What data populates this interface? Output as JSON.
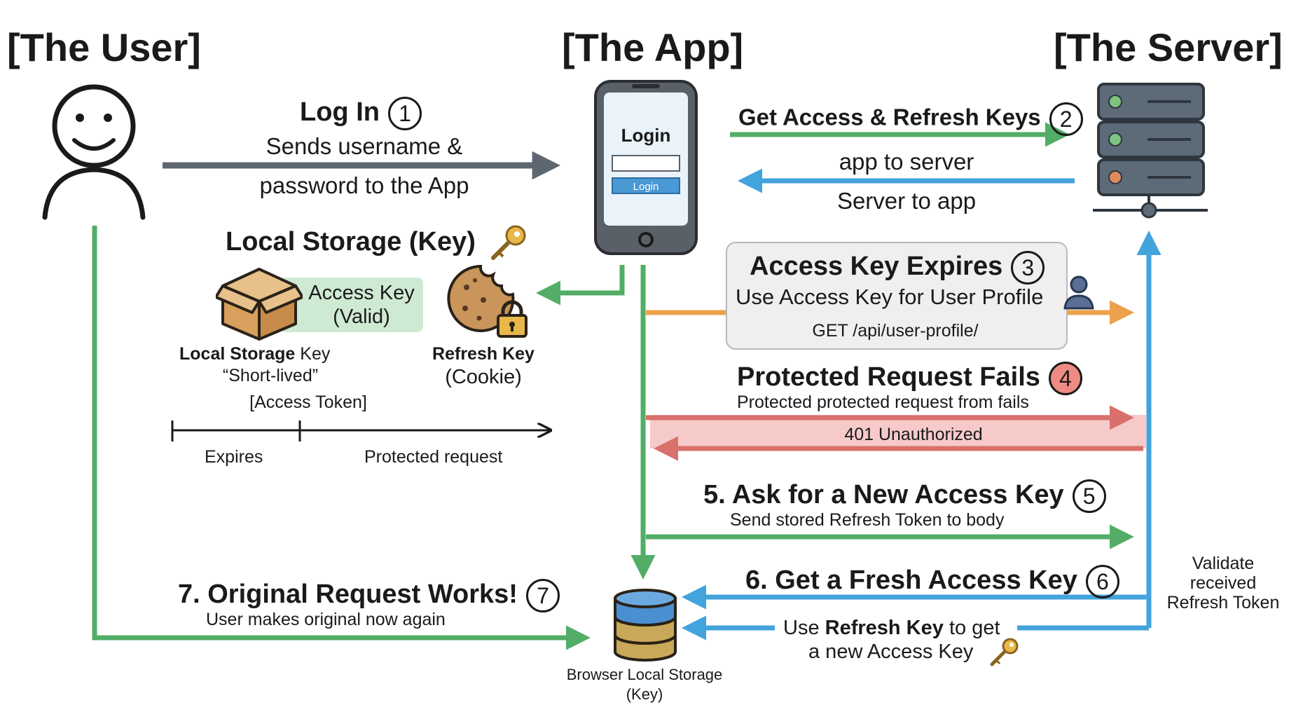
{
  "actors": {
    "user": "[The User]",
    "app": "[The App]",
    "server": "[The Server]"
  },
  "phone": {
    "screen_title": "Login",
    "button_label": "Login"
  },
  "step1": {
    "title": "Log In",
    "number": "1",
    "line1": "Sends username &",
    "line2": "password to the App"
  },
  "step2": {
    "title": "Get Access & Refresh Keys",
    "number": "2",
    "to_server": "app to server",
    "to_app": "Server to app"
  },
  "local_storage": {
    "title": "Local Storage (Key)",
    "access_key_line1": "Access Key",
    "access_key_line2": "(Valid)",
    "storage_label_bold": "Local Storage",
    "storage_label_rest": " Key",
    "short_lived": "“Short-lived”",
    "refresh_key": "Refresh Key",
    "cookie": "(Cookie)",
    "access_token": "[Access Token]",
    "timeline_expires": "Expires",
    "timeline_protected": "Protected request"
  },
  "step3": {
    "title": "Access Key Expires",
    "number": "3",
    "subtitle": "Use Access Key for User Profile",
    "endpoint": "GET /api/user-profile/"
  },
  "step4": {
    "title": "Protected Request Fails",
    "number": "4",
    "subtitle": "Protected protected request from fails",
    "response": "401 Unauthorized"
  },
  "step5": {
    "title": "5. Ask for a New Access Key",
    "number": "5",
    "subtitle": "Send stored Refresh Token to body"
  },
  "step6": {
    "title": "6. Get a Fresh Access Key",
    "number": "6",
    "line1_pre": "Use ",
    "line1_bold": "Refresh Key",
    "line1_post": " to get",
    "line2": "a new Access Key"
  },
  "step7": {
    "title": "7. Original Request Works!",
    "number": "7",
    "subtitle": "User makes original now again"
  },
  "validate": {
    "line1": "Validate",
    "line2": "received",
    "line3": "Refresh Token"
  },
  "browser_storage": {
    "line1": "Browser Local Storage",
    "line2": "(Key)"
  },
  "icons": [
    "user-icon",
    "phone-icon",
    "server-icon",
    "box-icon",
    "cookie-icon",
    "lock-icon",
    "key-icon",
    "person-icon",
    "database-icon"
  ],
  "colors": {
    "green": "#53ad66",
    "blue": "#43a3dc",
    "orange": "#eda14c",
    "red": "#d9706b",
    "gray": "#5e6770"
  }
}
